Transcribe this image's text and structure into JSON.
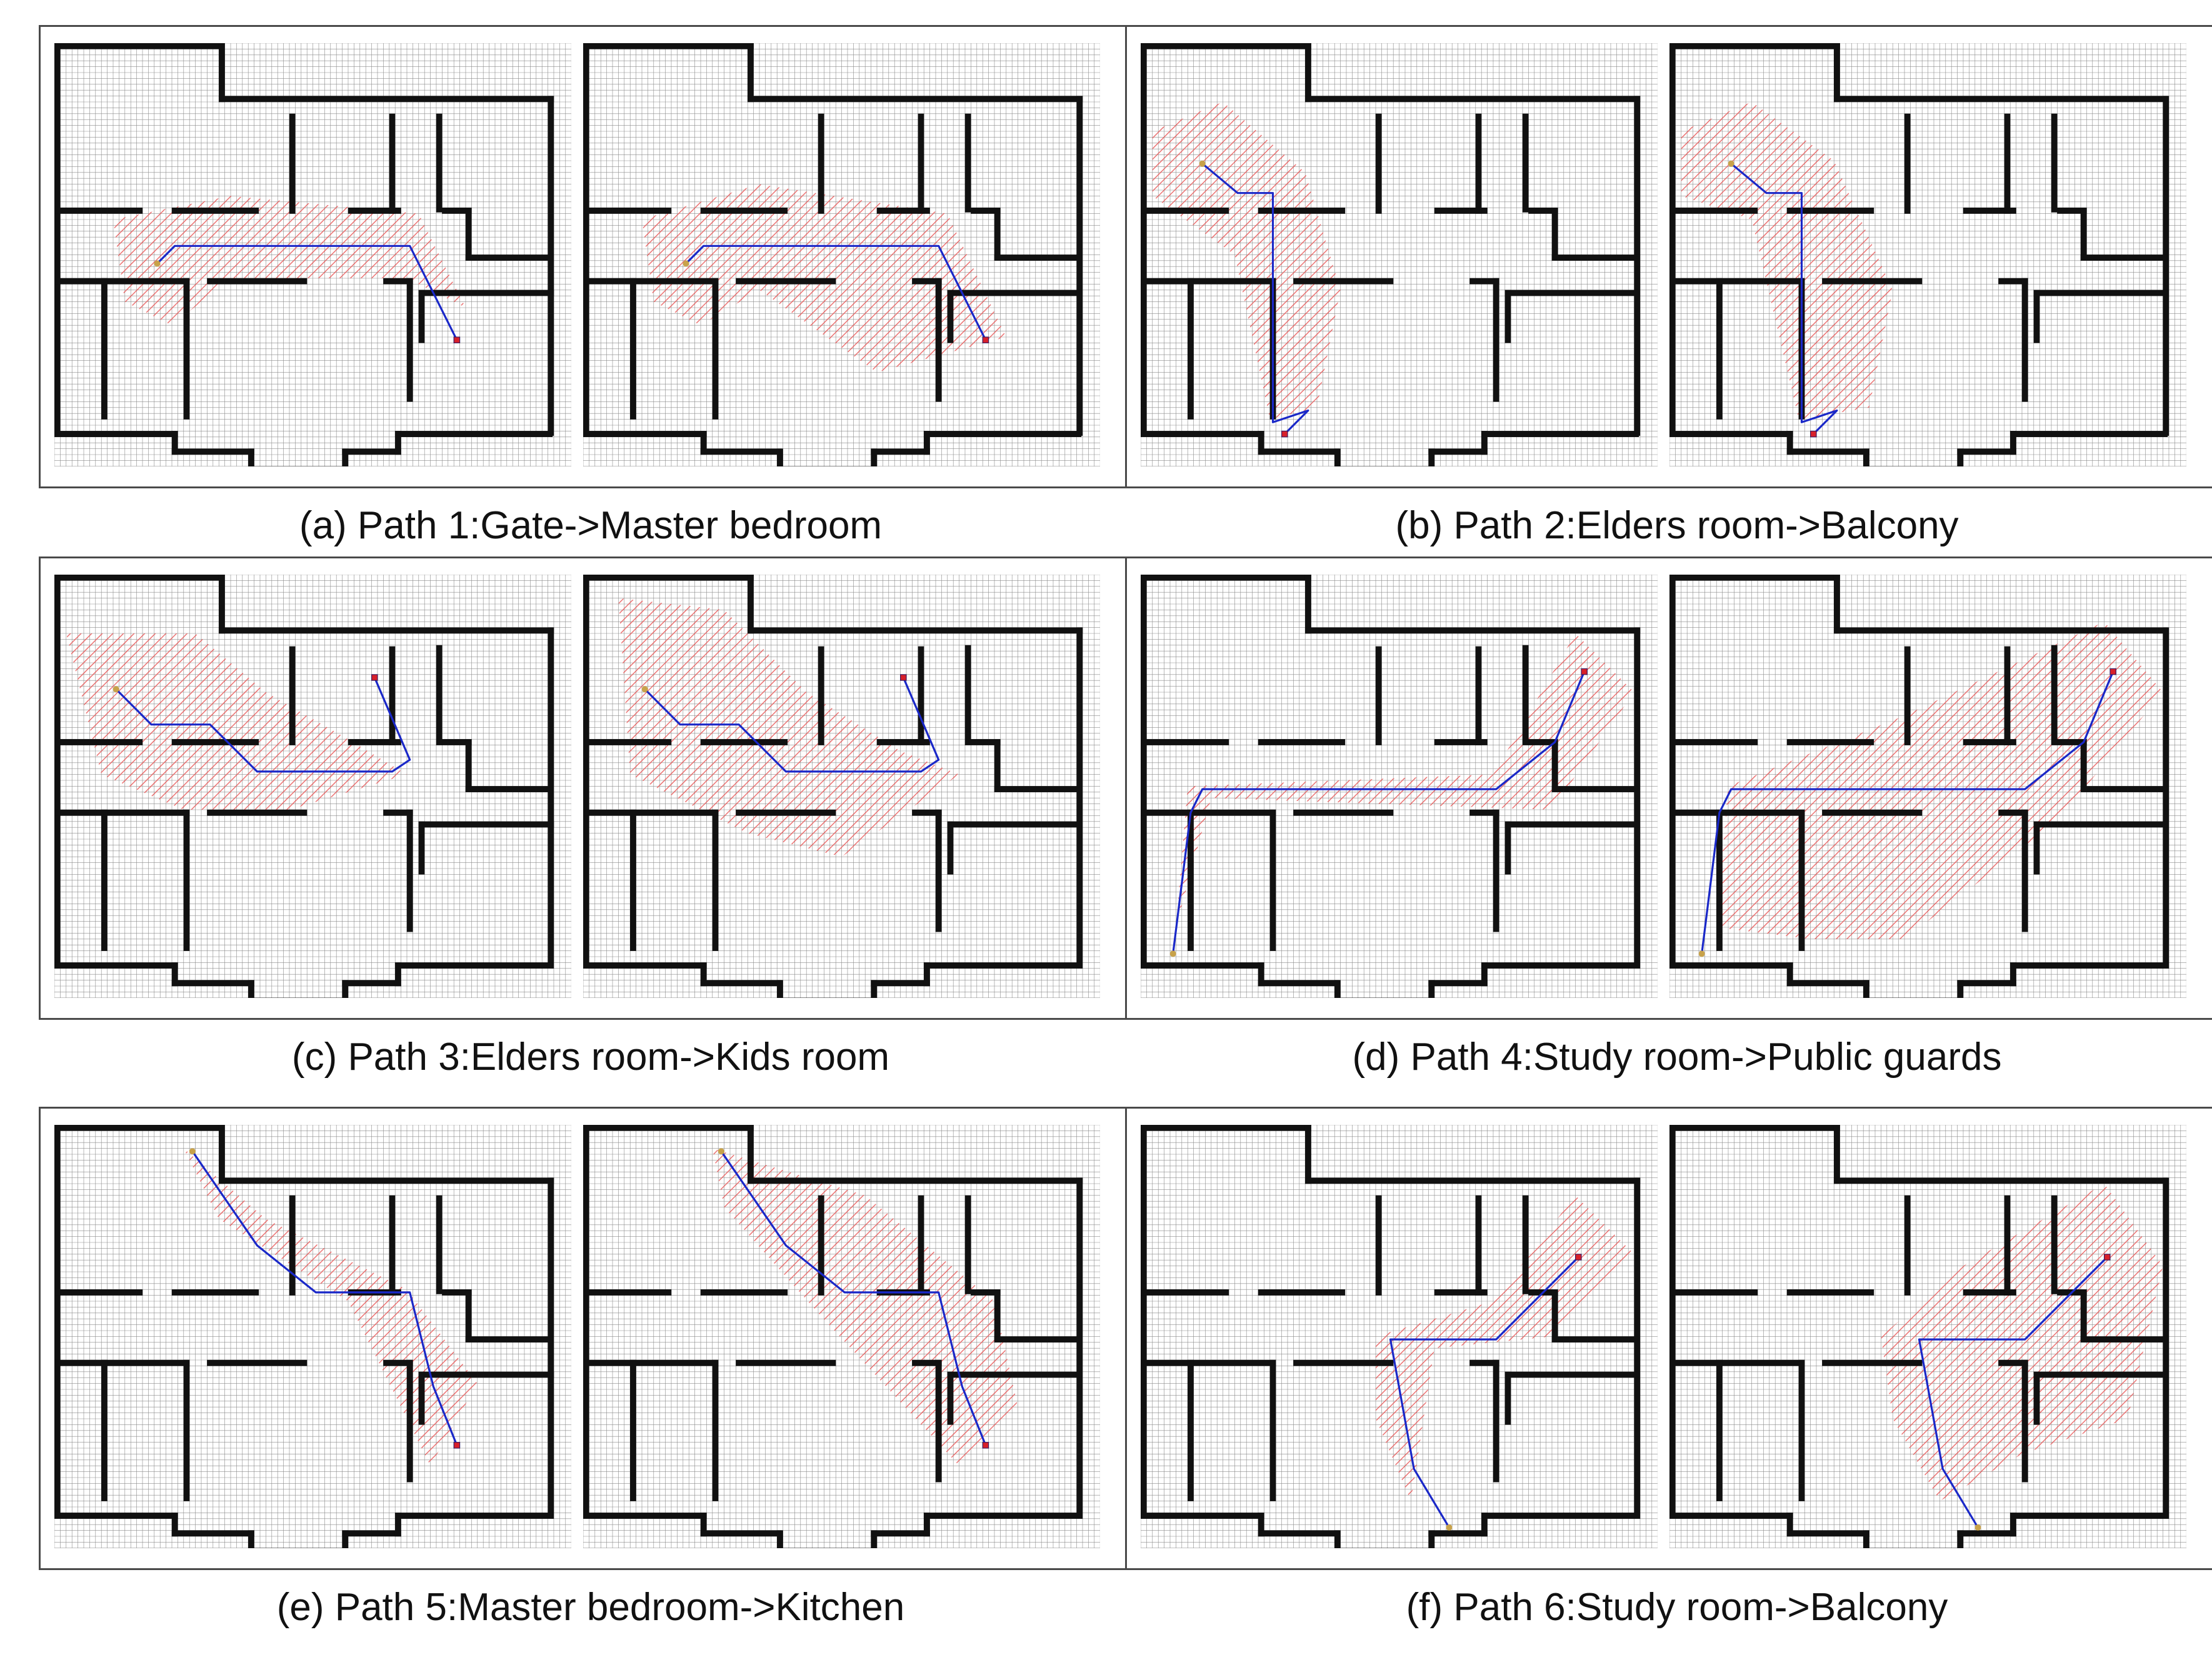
{
  "colors": {
    "wall": "#111111",
    "grid": "#8a8a8a",
    "explored": "#e85a5a",
    "path": "#1a28c8",
    "start": "#c8a24a",
    "goal": "#d8202a"
  },
  "panels": [
    {
      "caption": "(a) Path 1:Gate->Master bedroom"
    },
    {
      "caption": "(b) Path 2:Elders room->Balcony"
    },
    {
      "caption": "(c) Path 3:Elders room->Kids room"
    },
    {
      "caption": "(d) Path 4:Study room->Public guards"
    },
    {
      "caption": "(e) Path 5:Master bedroom->Kitchen"
    },
    {
      "caption": "(f) Path 6:Study room->Balcony"
    }
  ]
}
